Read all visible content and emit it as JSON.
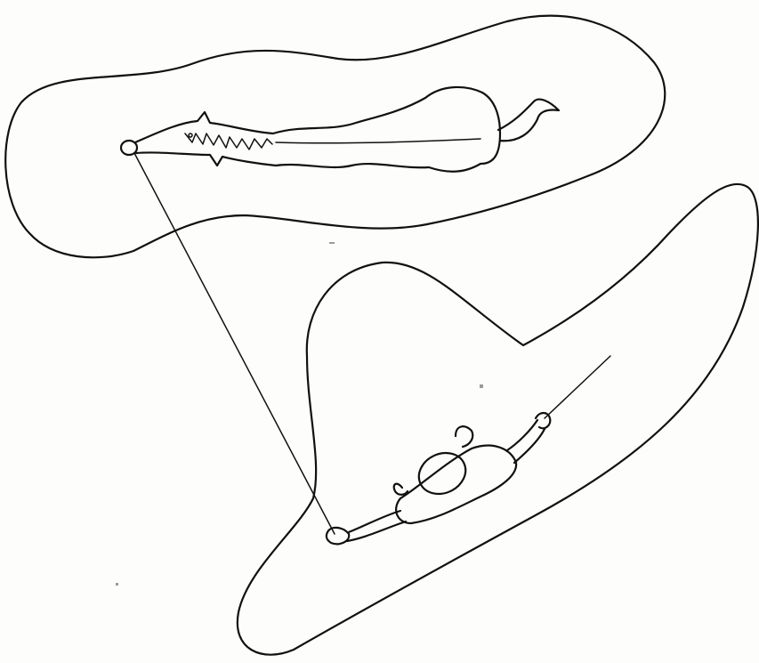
{
  "figure": {
    "ink_color": "#111111",
    "paper_color": "#fdfdfc",
    "elements": [
      "horse-zone-outline",
      "horse",
      "lunge-line",
      "handler-zone-outline",
      "handler",
      "lunge-whip"
    ]
  }
}
